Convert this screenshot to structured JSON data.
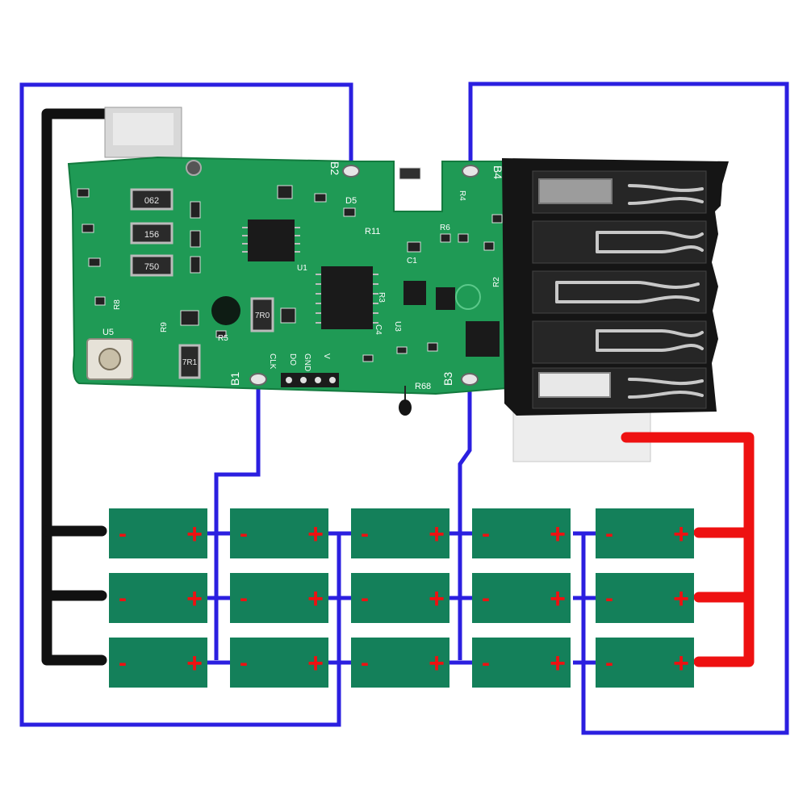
{
  "colors": {
    "background": "#ffffff",
    "wire_blue": "#2b1fe0",
    "wire_black": "#111111",
    "wire_red": "#ee1111",
    "cell_green": "#14805a",
    "pcb_green": "#1f9a55",
    "connector_black": "#151515",
    "sign_red": "#ee1111"
  },
  "pcb": {
    "pad_labels": {
      "b1": "B1",
      "b2": "B2",
      "b3": "B3",
      "b4": "B4"
    },
    "silkscreen": {
      "u5": "U5",
      "d5": "D5",
      "r11": "R11",
      "c1": "C1",
      "r68": "R68",
      "r4": "R4",
      "r6": "R6",
      "r2": "R2",
      "c4": "C4",
      "r5": "R5",
      "clk": "CLK",
      "do": "DO",
      "gnd": "GND",
      "v": "V",
      "r3": "R3",
      "r9": "R9",
      "r8": "R8",
      "u3": "U3",
      "u1": "U1"
    },
    "resistor_codes": [
      "062",
      "156",
      "750",
      "7R0",
      "7R1"
    ],
    "header_pin_count": 4
  },
  "cells": {
    "rows": 3,
    "columns": 5,
    "minus_sign": "-",
    "plus_sign": "+"
  }
}
